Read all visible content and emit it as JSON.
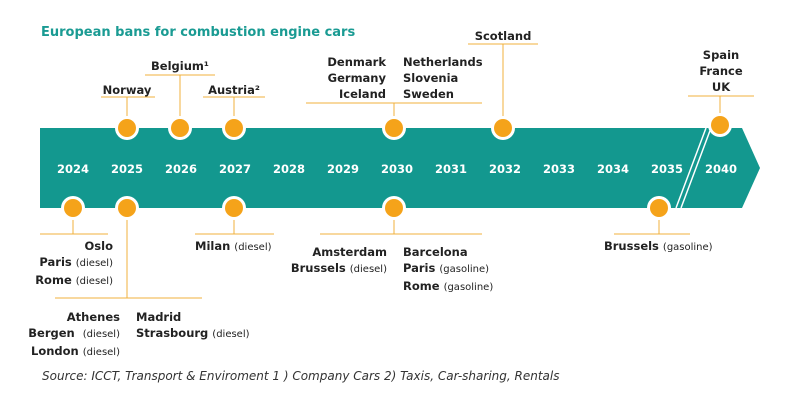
{
  "title": "European bans for combustion engine cars",
  "years": [
    "2024",
    "2025",
    "2026",
    "2027",
    "2028",
    "2029",
    "2030",
    "2031",
    "2032",
    "2033",
    "2034",
    "2035",
    "2040"
  ],
  "above": {
    "norway": "Norway",
    "belgium": "Belgium¹",
    "austria": "Austria²",
    "y2030_left": [
      "Denmark",
      "Germany",
      "Iceland"
    ],
    "y2030_right": [
      "Netherlands",
      "Slovenia",
      "Sweden"
    ],
    "scotland": "Scotland",
    "y2040": [
      "Spain",
      "France",
      "UK"
    ]
  },
  "below": {
    "y2024": [
      {
        "city": "Oslo",
        "note": ""
      },
      {
        "city": "Paris",
        "note": "(diesel)"
      },
      {
        "city": "Rome",
        "note": "(diesel)"
      }
    ],
    "y2025_left": [
      {
        "city": "Athenes",
        "note": ""
      },
      {
        "city": "Bergen",
        "note": "(diesel)"
      },
      {
        "city": "London",
        "note": "(diesel)"
      }
    ],
    "y2025_right": [
      {
        "city": "Madrid",
        "note": ""
      },
      {
        "city": "Strasbourg",
        "note": "(diesel)"
      }
    ],
    "y2027": {
      "city": "Milan",
      "note": "(diesel)"
    },
    "y2030_left": [
      {
        "city": "Amsterdam",
        "note": ""
      },
      {
        "city": "Brussels",
        "note": "(diesel)"
      }
    ],
    "y2030_right": [
      {
        "city": "Barcelona",
        "note": ""
      },
      {
        "city": "Paris",
        "note": "(gasoline)"
      },
      {
        "city": "Rome",
        "note": "(gasoline)"
      }
    ],
    "y2035": {
      "city": "Brussels",
      "note": "(gasoline)"
    }
  },
  "source": "Source: ICCT, Transport & Enviroment 1 ) Company Cars 2) Taxis, Car-sharing, Rentals",
  "colors": {
    "band": "#13988f",
    "dot": "#f5a31a",
    "line": "#f0b13c",
    "title": "#1a9b93"
  }
}
